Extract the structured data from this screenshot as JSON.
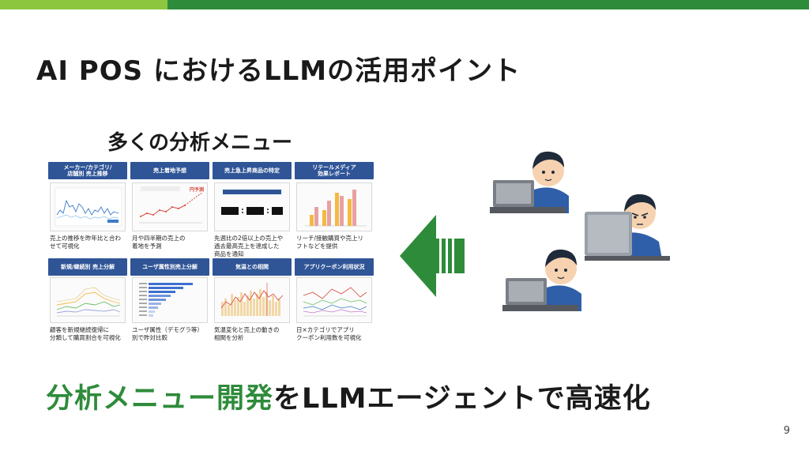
{
  "colors": {
    "bar_light": "#8cc63f",
    "bar_dark": "#2e8b3a",
    "card_header": "#2f5597",
    "accent_green": "#2e8b3a"
  },
  "title": "AI POS におけるLLMの活用ポイント",
  "menu_heading": "多くの分析メニュー",
  "cards": [
    {
      "header": "メーカー/カテゴリ/\n店舗別 売上推移",
      "desc": "売上の推移を昨年比と合わ\nせて可視化"
    },
    {
      "header": "売上着地予想",
      "desc": "月や四半期の売上の\n着地を予測"
    },
    {
      "header": "売上急上昇商品の特定",
      "desc": "先週比の2倍以上の売上や\n過去最高売上を達成した\n商品を通知"
    },
    {
      "header": "リテールメディア\n効果レポート",
      "desc": "リーチ/接触購買や売上リ\nフトなどを提供"
    },
    {
      "header": "新規/継続別 売上分解",
      "desc": "顧客を新規継続復帰に\n分類して購買割合を可視化"
    },
    {
      "header": "ユーザ属性別売上分解",
      "desc": "ユーザ属性（デモグラ等）\n別で昨対比較"
    },
    {
      "header": "気温との相関",
      "desc": "気温変化と売上の動きの\n相関を分析"
    },
    {
      "header": "アプリクーポン利用状況",
      "desc": "日×カテゴリでアプリ\nクーポン利用数を可視化"
    }
  ],
  "thumb_label": "円予測",
  "tagline": {
    "accent": "分析メニュー開発",
    "rest": "をLLMエージェントで高速化"
  },
  "page_number": "9",
  "icons": {
    "arrow": "left-arrow-icon",
    "people": "laptop-user-icon"
  }
}
